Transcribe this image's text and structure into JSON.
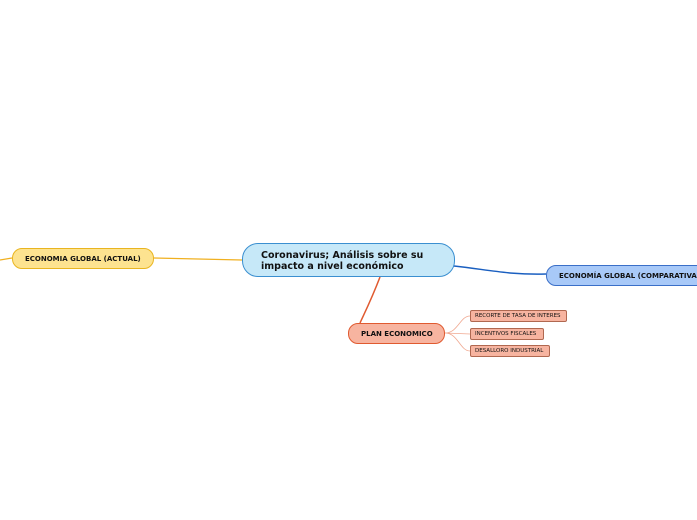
{
  "central": {
    "title": "Coronavirus; Análisis sobre su impacto a nivel económico"
  },
  "topics": {
    "actual": "ECONOMIA GLOBAL (ACTUAL)",
    "comparativa": "ECONOMÍA GLOBAL (COMPARATIVA)",
    "plan": "PLAN ECONOMICO"
  },
  "plan_subtopics": [
    "RECORTE DE TASA DE INTERES",
    "INCENTIVOS FISCALES",
    "DESALLORO INDUSTRIAL"
  ],
  "colors": {
    "central_fill": "#c6e8f8",
    "actual_fill": "#fde390",
    "comparativa_fill": "#a8c9f8",
    "plan_fill": "#f7b4a0",
    "actual_line": "#f0b020",
    "comparativa_line": "#1a5fc0",
    "plan_line": "#e05a30"
  }
}
